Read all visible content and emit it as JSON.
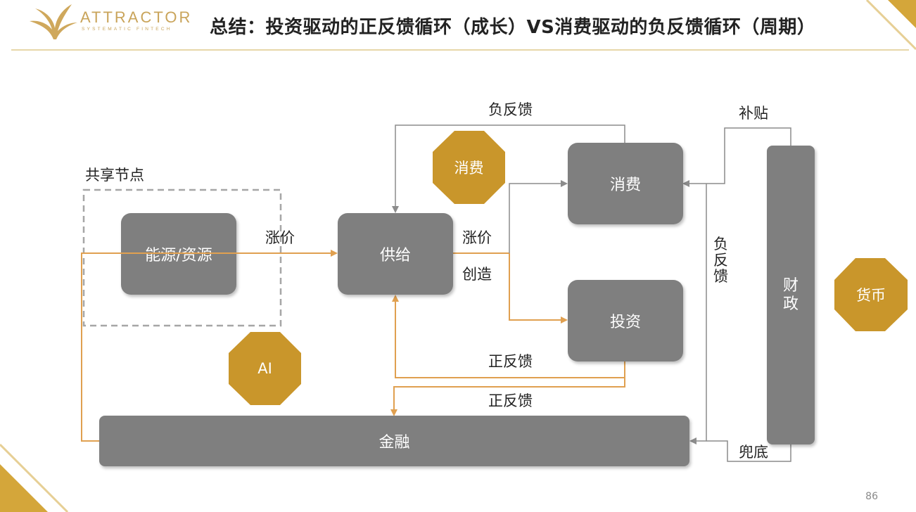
{
  "header": {
    "brand": "ATTRACTOR",
    "brand_sub": "SYSTEMATIC FINTECH",
    "title": "总结：投资驱动的正反馈循环（成长）VS消费驱动的负反馈循环（周期）"
  },
  "diagram": {
    "shared_node_label": "共享节点",
    "nodes": {
      "energy": "能源/资源",
      "supply": "供给",
      "consumption": "消费",
      "investment": "投资",
      "finance": "金融",
      "fiscal_line1": "财",
      "fiscal_line2": "政"
    },
    "octagons": {
      "consumption": "消费",
      "ai": "AI",
      "currency": "货币"
    },
    "edge_labels": {
      "price_up_1": "涨价",
      "price_up_2": "涨价",
      "create": "创造",
      "neg_feedback_top": "负反馈",
      "neg_feedback_side_1": "负",
      "neg_feedback_side_2": "反",
      "neg_feedback_side_3": "馈",
      "pos_feedback_1": "正反馈",
      "pos_feedback_2": "正反馈",
      "subsidy": "补贴",
      "backstop": "兜底"
    },
    "colors": {
      "box": "#7f7f7f",
      "octagon": "#c9962b",
      "orange_arrow": "#e0a050",
      "gray_arrow": "#8c8c8c",
      "gold_accent": "#c9a45a"
    }
  },
  "page_number": "86"
}
